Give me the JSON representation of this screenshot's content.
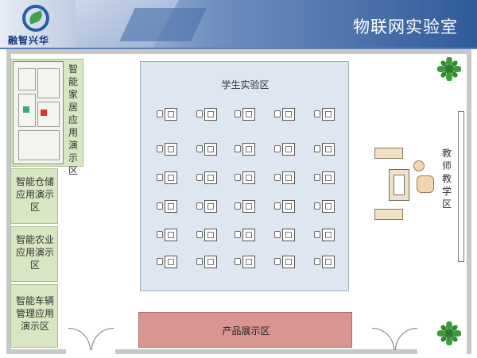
{
  "banner": {
    "logo_text": "融智兴华",
    "title": "物联网实验室"
  },
  "zones": {
    "smart_home": "智能家居应用演示区",
    "smart_storage": "智能仓储应用演示区",
    "smart_agriculture": "智能农业应用演示区",
    "smart_vehicle": "智能车辆管理应用演示区",
    "student_lab": "学生实验区",
    "teacher": "教师教学区",
    "product_display": "产品展示区"
  },
  "colors": {
    "green_zone": "#d8e6c3",
    "blue_zone": "#dde6f1",
    "display_zone": "#d99592",
    "banner_blue": "#2f5b9b"
  }
}
